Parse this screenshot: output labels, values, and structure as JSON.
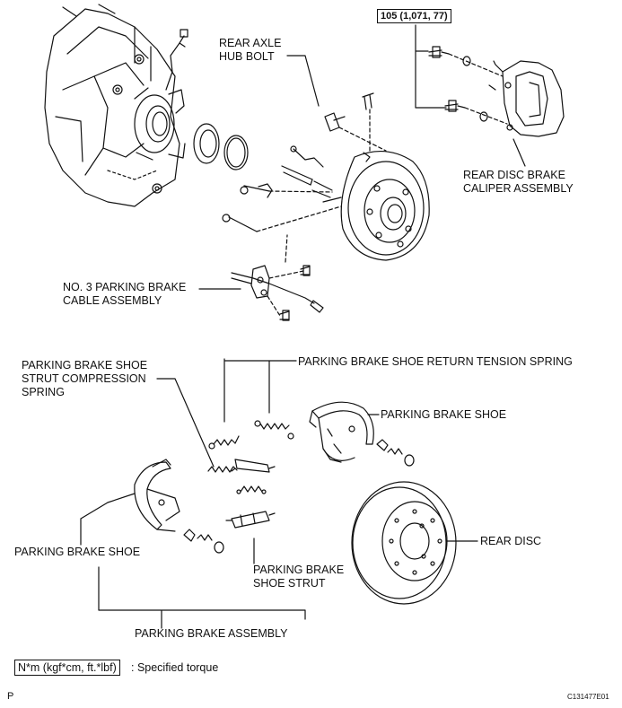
{
  "labels": {
    "rear_axle_hub_bolt": [
      "REAR AXLE",
      "HUB BOLT"
    ],
    "caliper": [
      "REAR DISC BRAKE",
      "CALIPER ASSEMBLY"
    ],
    "no3_cable": [
      "NO. 3 PARKING BRAKE",
      "CABLE ASSEMBLY"
    ],
    "strut_spring": [
      "PARKING BRAKE SHOE",
      "STRUT COMPRESSION",
      "SPRING"
    ],
    "return_spring": "PARKING BRAKE SHOE RETURN TENSION SPRING",
    "shoe_right": "PARKING BRAKE SHOE",
    "shoe_left": "PARKING BRAKE SHOE",
    "rear_disc": "REAR DISC",
    "shoe_strut": [
      "PARKING BRAKE",
      "SHOE STRUT"
    ],
    "assembly": "PARKING BRAKE ASSEMBLY"
  },
  "torque_spec": "105 (1,071, 77)",
  "legend": {
    "box": "N*m (kgf*cm, ft.*lbf)",
    "text": ": Specified torque"
  },
  "footer": {
    "page_letter": "P",
    "figure_code": "C131477E01"
  }
}
